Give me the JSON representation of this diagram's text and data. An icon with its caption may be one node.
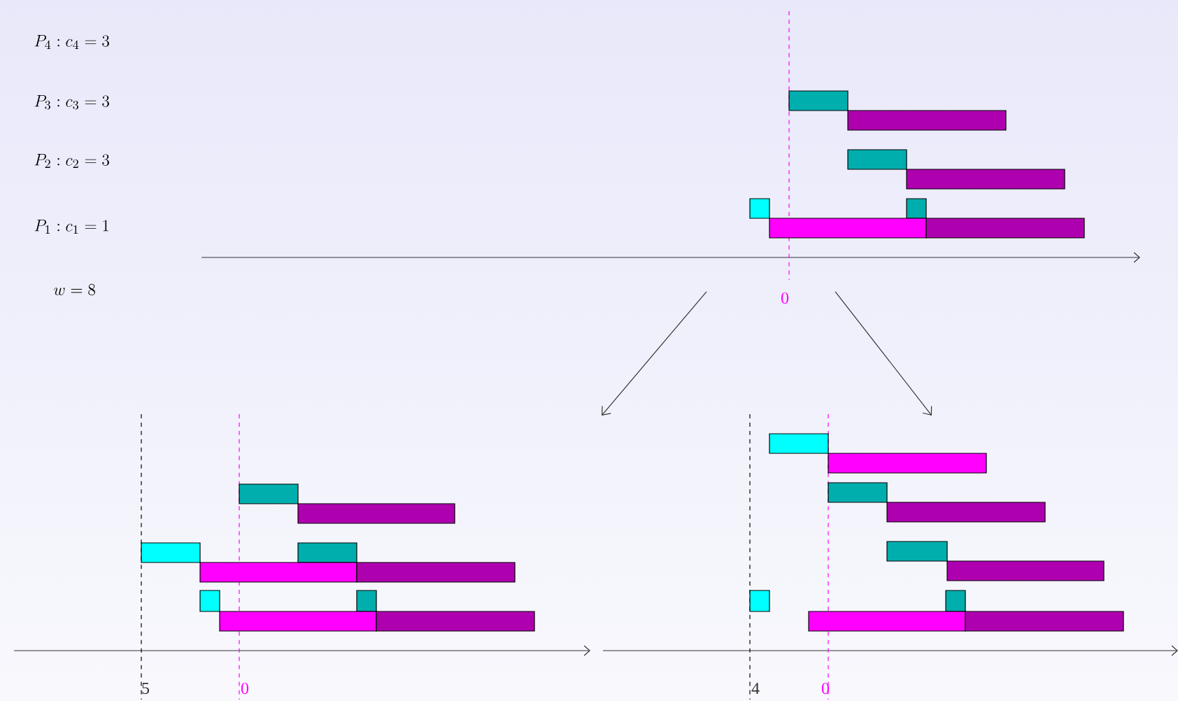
{
  "diagram": {
    "nodes": [
      {
        "text": [],
        "shape": "picture"
      },
      {
        "text": [],
        "shape": "picture"
      },
      {
        "text": [],
        "shape": "picture"
      }
    ],
    "edges": [
      {
        "from": 0,
        "to": 1,
        "arrow": "to"
      },
      {
        "from": 0,
        "to": 2,
        "arrow": "to"
      }
    ],
    "labels": [
      "P_4 : c_4 = 3",
      "P_3 : c_3 = 3",
      "P_2 : c_2 = 3",
      "P_1 : c_1 = 1",
      "w = 8",
      "0",
      "5",
      "0",
      "4",
      "0"
    ]
  }
}
